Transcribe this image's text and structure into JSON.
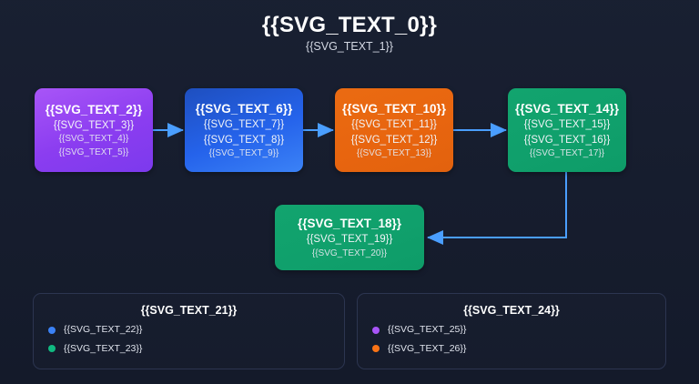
{
  "header": {
    "title": "{{SVG_TEXT_0}}",
    "subtitle": "{{SVG_TEXT_1}}"
  },
  "colors": {
    "background": "#161d2f",
    "arrow": "#4a9eff",
    "node_purple": "#a855f7",
    "node_blue": "#2563eb",
    "node_orange": "#e8650f",
    "node_green": "#10a06c",
    "panel_border": "#2c3550"
  },
  "flow": {
    "nodes": [
      {
        "id": "node-1",
        "color": "#a855f7",
        "lines": [
          "{{SVG_TEXT_2}}",
          "{{SVG_TEXT_3}}",
          "{{SVG_TEXT_4}}",
          "{{SVG_TEXT_5}}"
        ]
      },
      {
        "id": "node-2",
        "color": "#2563eb",
        "lines": [
          "{{SVG_TEXT_6}}",
          "{{SVG_TEXT_7}}",
          "{{SVG_TEXT_8}}",
          "{{SVG_TEXT_9}}"
        ]
      },
      {
        "id": "node-3",
        "color": "#e8650f",
        "lines": [
          "{{SVG_TEXT_10}}",
          "{{SVG_TEXT_11}}",
          "{{SVG_TEXT_12}}",
          "{{SVG_TEXT_13}}"
        ]
      },
      {
        "id": "node-4",
        "color": "#10a06c",
        "lines": [
          "{{SVG_TEXT_14}}",
          "{{SVG_TEXT_15}}",
          "{{SVG_TEXT_16}}",
          "{{SVG_TEXT_17}}"
        ]
      },
      {
        "id": "node-5",
        "color": "#10a06c",
        "lines": [
          "{{SVG_TEXT_18}}",
          "{{SVG_TEXT_19}}",
          "{{SVG_TEXT_20}}"
        ]
      }
    ]
  },
  "legend_left": {
    "title": "{{SVG_TEXT_21}}",
    "items": [
      {
        "label": "{{SVG_TEXT_22}}",
        "color": "#3b82f6"
      },
      {
        "label": "{{SVG_TEXT_23}}",
        "color": "#10b981"
      }
    ]
  },
  "legend_right": {
    "title": "{{SVG_TEXT_24}}",
    "items": [
      {
        "label": "{{SVG_TEXT_25}}",
        "color": "#a855f7"
      },
      {
        "label": "{{SVG_TEXT_26}}",
        "color": "#f97316"
      }
    ]
  }
}
